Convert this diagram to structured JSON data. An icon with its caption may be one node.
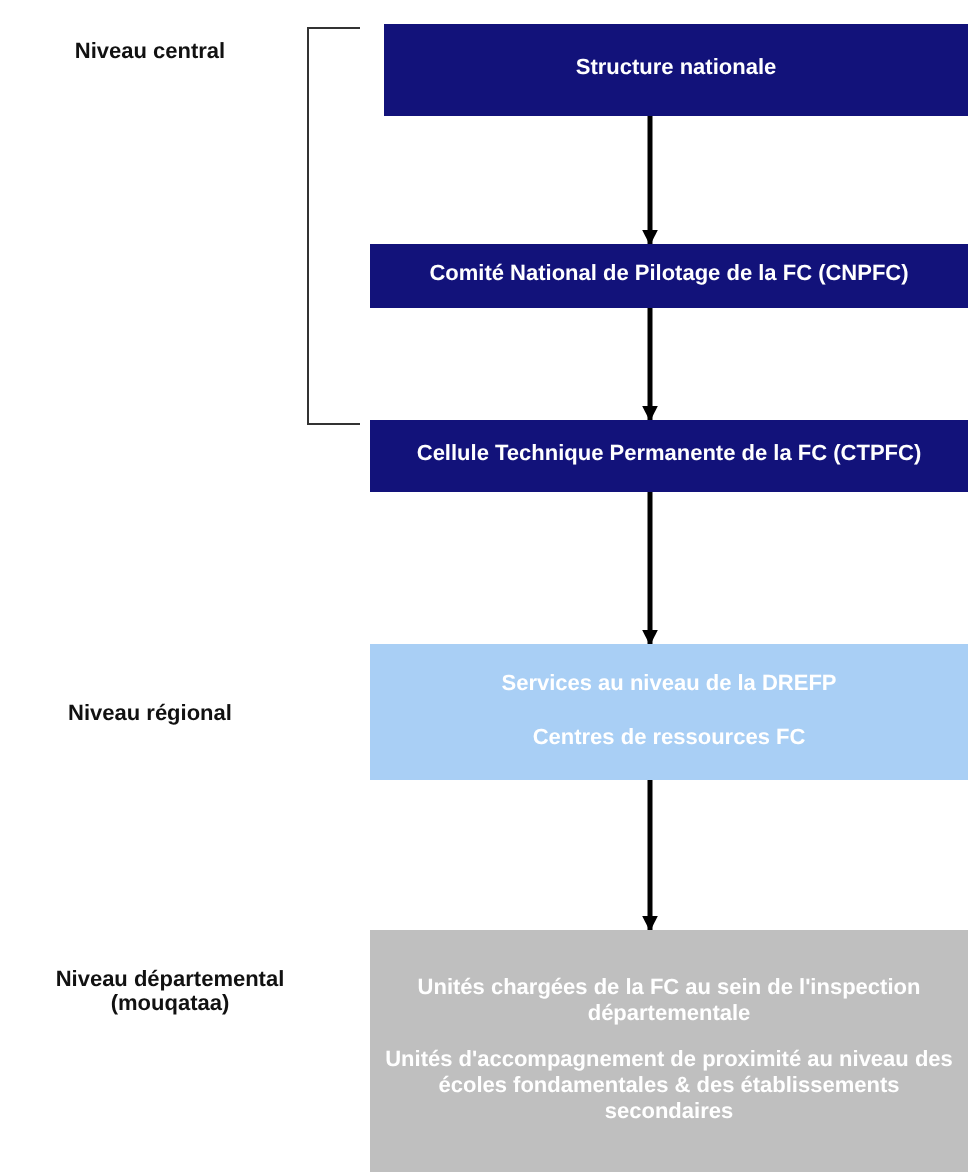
{
  "diagram": {
    "nodes": [
      {
        "text": [
          "Structure nationale"
        ]
      },
      {
        "text": [
          "Comité National de Pilotage de la FC (CNPFC)"
        ]
      },
      {
        "text": [
          "Cellule Technique Permanente de la FC (CTPFC)"
        ]
      },
      {
        "text": [
          "Services au niveau de la DREFP",
          "Centres de ressources FC"
        ]
      },
      {
        "text": [
          "Unités chargées de la FC au sein de l'inspection départementale",
          "Unités d'accompagnement de proximité au niveau des écoles fondamentales & des établissements secondaires"
        ]
      }
    ],
    "edges": [
      {
        "from": 0,
        "to": 1,
        "arrow": "to"
      },
      {
        "from": 1,
        "to": 2,
        "arrow": "to"
      },
      {
        "from": 2,
        "to": 3,
        "arrow": "to"
      },
      {
        "from": 3,
        "to": 4,
        "arrow": "to"
      }
    ],
    "labels": [
      "Niveau central",
      "Niveau régional",
      "Niveau départemental (mouqataa)"
    ]
  }
}
